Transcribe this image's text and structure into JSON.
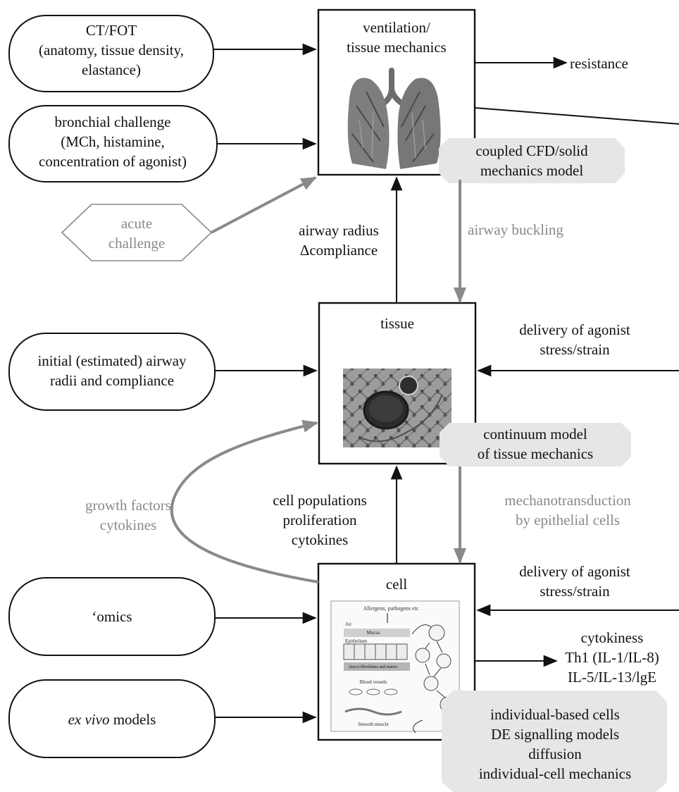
{
  "inputs": {
    "ct_fot": [
      "CT/FOT",
      "(anatomy, tissue density,",
      "elastance)"
    ],
    "bronchial": [
      "bronchial challenge",
      "(MCh, histamine,",
      "concentration of agonist)"
    ],
    "acute": [
      "acute",
      "challenge"
    ],
    "initial": [
      "initial (estimated) airway",
      "radii and compliance"
    ],
    "omics": [
      "‘omics"
    ],
    "ex_vivo": [
      "ex vivo",
      " models"
    ]
  },
  "levels": {
    "ventilation": [
      "ventilation/",
      "tissue mechanics"
    ],
    "tissue": [
      "tissue"
    ],
    "cell": [
      "cell"
    ]
  },
  "cell_figure": {
    "allergens": "Allergens, pathogens etc",
    "air": "Air",
    "mucus": "Mucus",
    "epithelium": "Epithelium",
    "myo": "(myo) fibroblasts and matrix",
    "blood": "Blood vessels",
    "smooth": "Smooth muscle"
  },
  "models": {
    "cfd": [
      "coupled CFD/solid",
      "mechanics model"
    ],
    "continuum": [
      "continuum model",
      "of tissue mechanics"
    ],
    "individual": [
      "individual-based cells",
      "DE signalling models",
      "diffusion",
      "individual-cell mechanics"
    ]
  },
  "edges": {
    "resistance": "resistance",
    "airway_radius": [
      "airway radius",
      "Δcompliance"
    ],
    "airway_buckling": "airway buckling",
    "delivery_1": [
      "delivery of agonist",
      "stress/strain"
    ],
    "delivery_2": [
      "delivery of agonist",
      "stress/strain"
    ],
    "growth": [
      "growth factors",
      "cytokines"
    ],
    "cell_pop": [
      "cell populations",
      "proliferation",
      "cytokines"
    ],
    "mechano": [
      "mechanotransduction",
      "by epithelial cells"
    ],
    "cytokiness": [
      "cytokiness",
      "Th1 (IL-1/IL-8)",
      "IL-5/IL-13/lgE"
    ]
  },
  "colors": {
    "dark": "#111111",
    "grey": "#8a8a8a",
    "model_fill": "#e6e6e6"
  }
}
